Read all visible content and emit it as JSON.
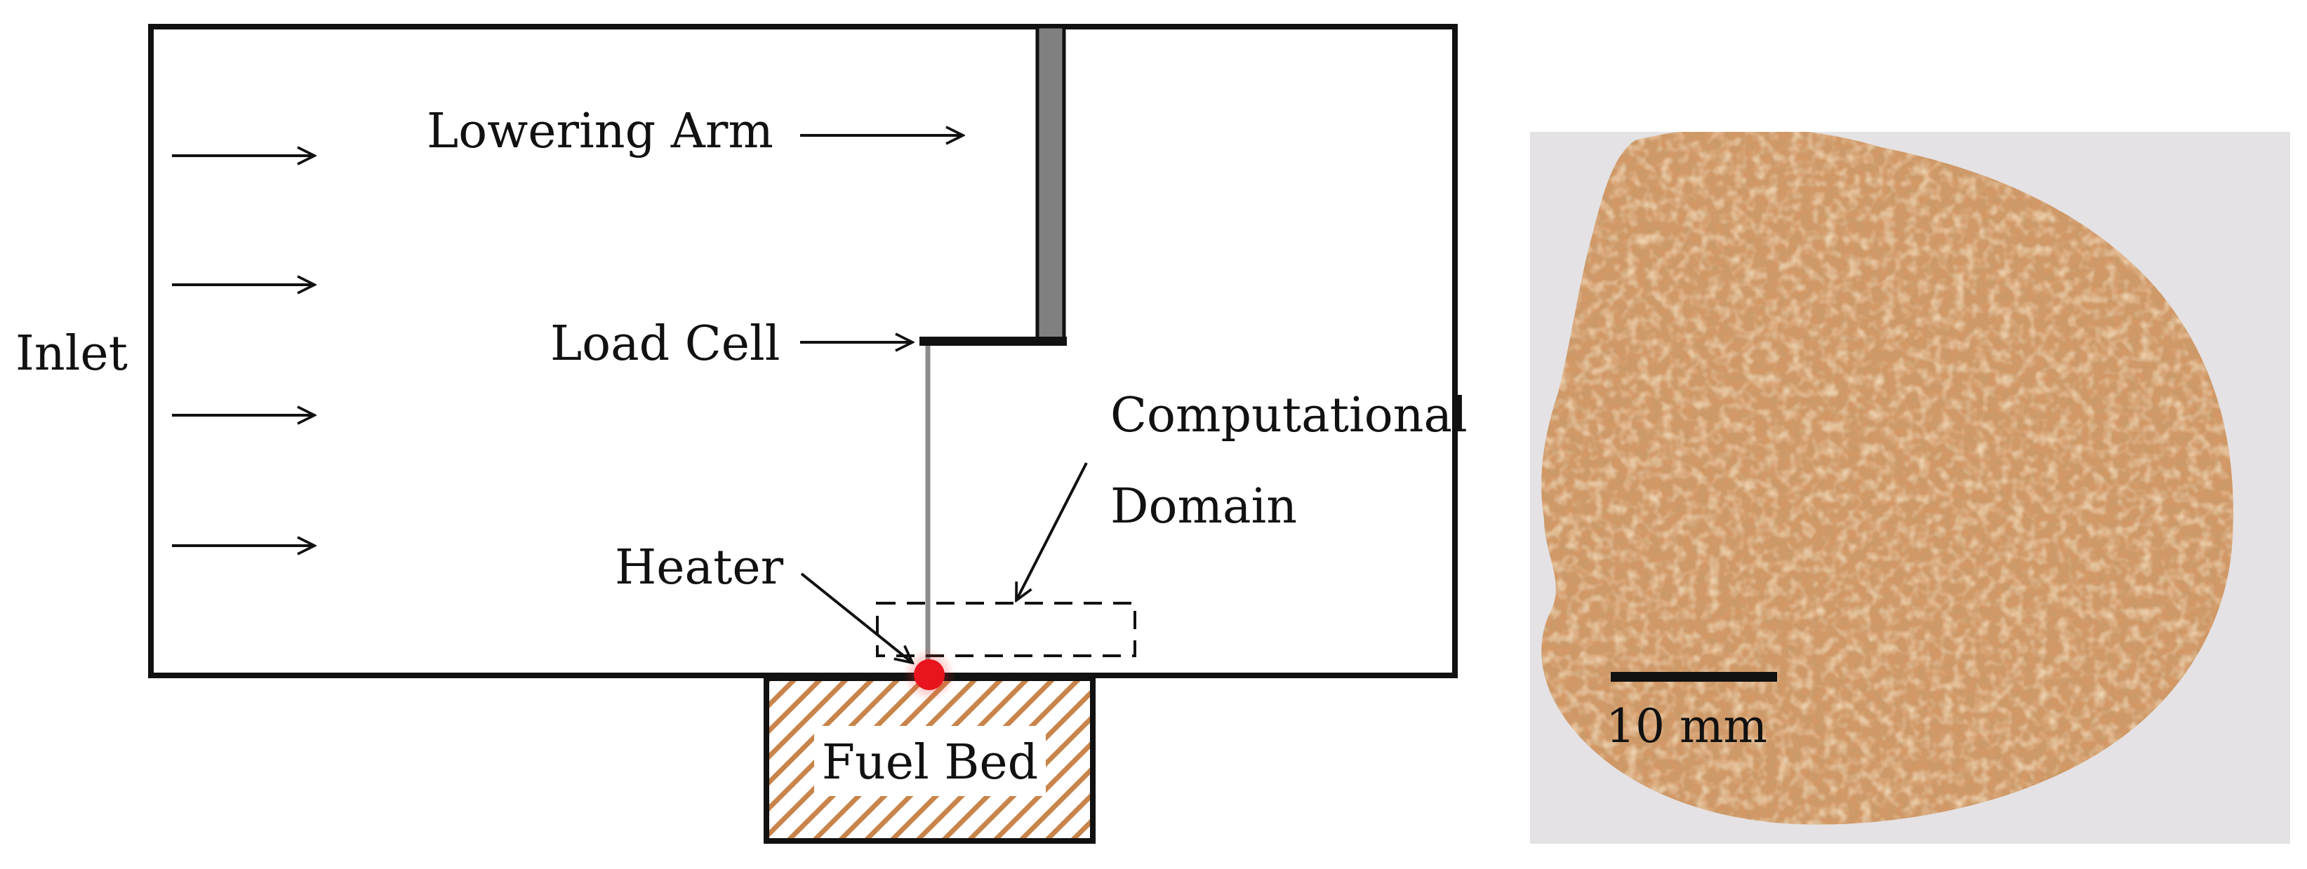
{
  "labels": {
    "inlet": "Inlet",
    "lowering_arm": "Lowering Arm",
    "load_cell": "Load Cell",
    "heater": "Heater",
    "domain_line1": "Computational",
    "domain_line2": "Domain",
    "fuel_bed": "Fuel Bed",
    "scale_bar": "10 mm"
  },
  "colors": {
    "outline": "#111111",
    "arm": "#808080",
    "rod": "#8c8c8c",
    "heater": "#e8141e",
    "fuel_hatch": "#c8844a",
    "photo_background": "#e4e2e4",
    "shavings": "#d09060"
  },
  "photo": {
    "subject": "pile of wood shavings"
  }
}
